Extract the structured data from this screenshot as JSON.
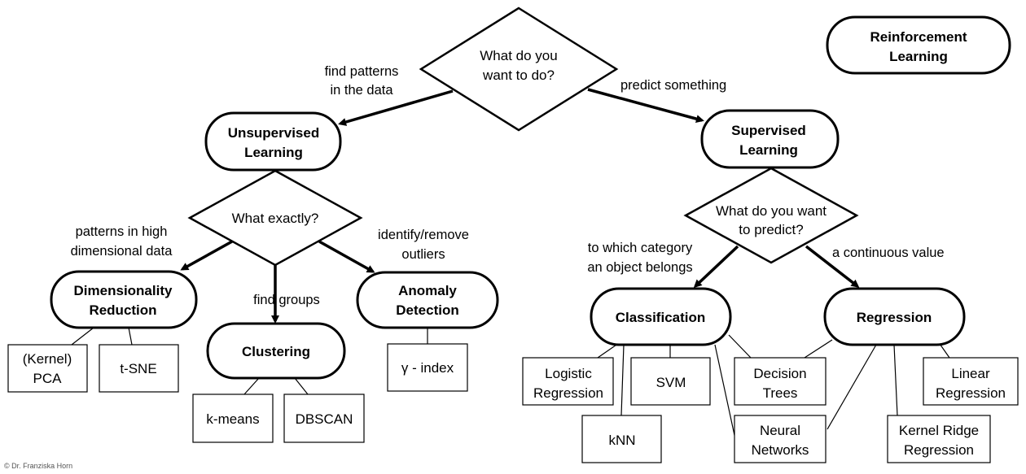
{
  "root_question": [
    "What do you",
    "want to do?"
  ],
  "reinforcement": [
    "Reinforcement",
    "Learning"
  ],
  "unsupervised": [
    "Unsupervised",
    "Learning"
  ],
  "supervised": [
    "Supervised",
    "Learning"
  ],
  "edge_find_patterns": [
    "find patterns",
    "in the data"
  ],
  "edge_predict": [
    "predict something"
  ],
  "unsup_question": [
    "What exactly?"
  ],
  "sup_question": [
    "What do you want",
    "to predict?"
  ],
  "edge_high_dim": [
    "patterns in high",
    "dimensional data"
  ],
  "edge_find_groups": [
    "find  groups"
  ],
  "edge_outliers": [
    "identify/remove",
    "outliers"
  ],
  "edge_category": [
    "to which category",
    "an object belongs"
  ],
  "edge_continuous": [
    "a continuous value"
  ],
  "dimred": [
    "Dimensionality",
    "Reduction"
  ],
  "clustering": [
    "Clustering"
  ],
  "anomaly": [
    "Anomaly",
    "Detection"
  ],
  "classification": [
    "Classification"
  ],
  "regression": [
    "Regression"
  ],
  "pca": [
    "(Kernel)",
    "PCA"
  ],
  "tsne": [
    "t-SNE"
  ],
  "kmeans": [
    "k-means"
  ],
  "dbscan": [
    "DBSCAN"
  ],
  "gamma": [
    "γ - index"
  ],
  "logistic": [
    "Logistic",
    "Regression"
  ],
  "knn": [
    "kNN"
  ],
  "svm": [
    "SVM"
  ],
  "trees": [
    "Decision",
    "Trees"
  ],
  "nn": [
    "Neural",
    "Networks"
  ],
  "linear": [
    "Linear",
    "Regression"
  ],
  "krr": [
    "Kernel Ridge",
    "Regression"
  ],
  "copyright": [
    "© Dr. Franziska Horn"
  ]
}
